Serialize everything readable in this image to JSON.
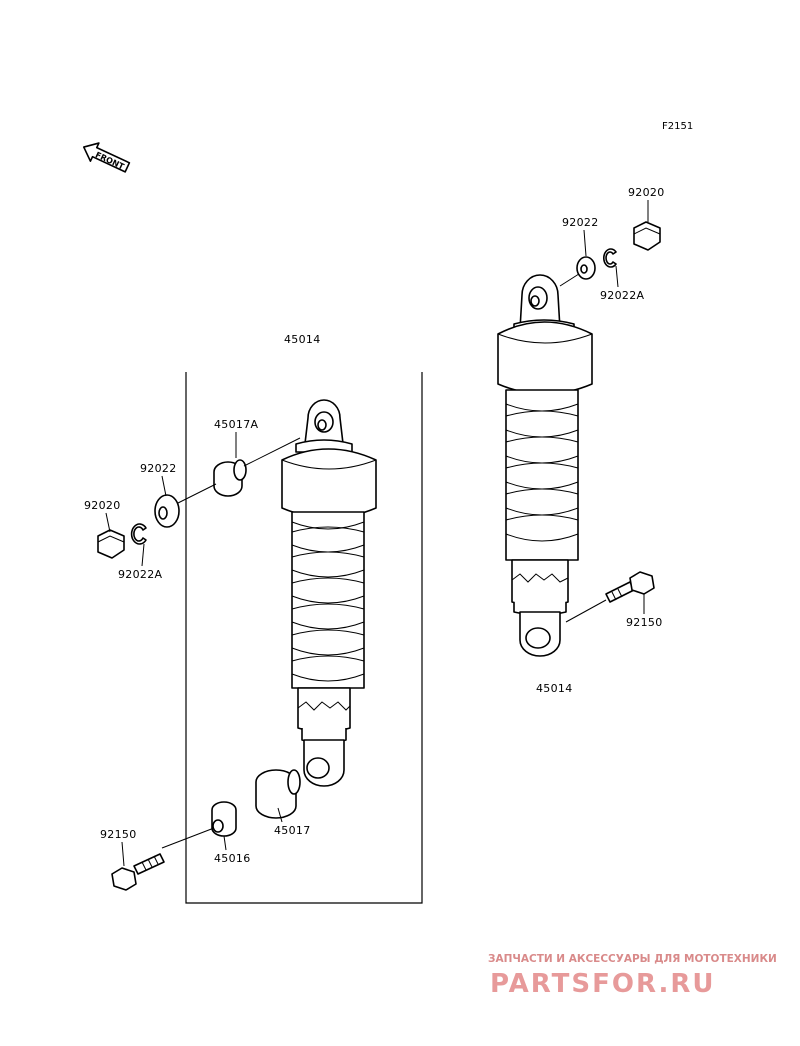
{
  "figure_id": "F2151",
  "front_label": "FRONT",
  "labels": {
    "l_45014_top": "45014",
    "l_45014_right": "45014",
    "l_45017A": "45017A",
    "l_92022_left": "92022",
    "l_92020_left": "92020",
    "l_92022A_left": "92022A",
    "l_45017": "45017",
    "l_45016": "45016",
    "l_92150_left": "92150",
    "l_92020_right": "92020",
    "l_92022_right": "92022",
    "l_92022A_right": "92022A",
    "l_92150_right": "92150"
  },
  "watermark": {
    "subtitle": "ЗАПЧАСТИ И АКСЕССУАРЫ ДЛЯ МОТОТЕХНИКИ",
    "brand": "PARTSFOR.RU",
    "color": "#e79a9a"
  }
}
